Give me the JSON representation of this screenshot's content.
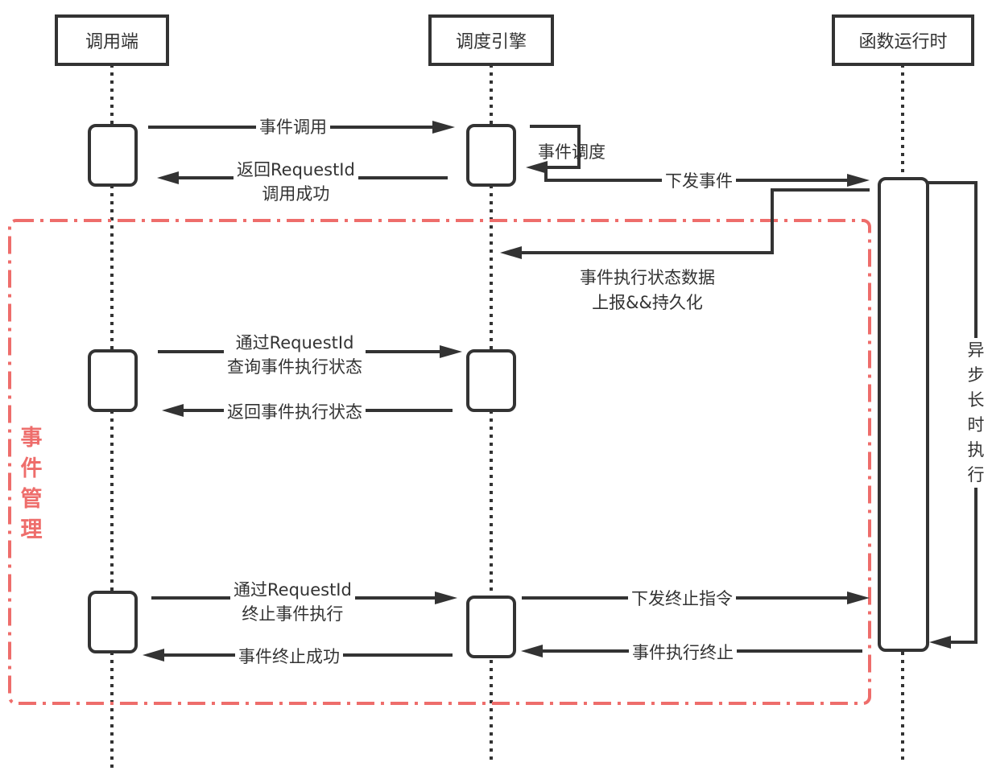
{
  "actors": [
    {
      "id": "caller",
      "label": "调用端"
    },
    {
      "id": "engine",
      "label": "调度引擎"
    },
    {
      "id": "runtime",
      "label": "函数运行时"
    }
  ],
  "group": {
    "label_chars": [
      "事",
      "件",
      "管",
      "理"
    ],
    "color": "#ee6d6b"
  },
  "messages": {
    "invoke": {
      "lines": [
        "事件调用"
      ]
    },
    "return_id": {
      "lines": [
        "返回RequestId",
        "调用成功"
      ]
    },
    "schedule": {
      "lines": [
        "事件调度"
      ]
    },
    "dispatch": {
      "lines": [
        "下发事件"
      ]
    },
    "report": {
      "lines": [
        "事件执行状态数据",
        "上报&&持久化"
      ]
    },
    "query": {
      "lines": [
        "通过RequestId",
        "查询事件执行状态"
      ]
    },
    "query_return": {
      "lines": [
        "返回事件执行状态"
      ]
    },
    "terminate": {
      "lines": [
        "通过RequestId",
        "终止事件执行"
      ]
    },
    "terminate_success": {
      "lines": [
        "事件终止成功"
      ]
    },
    "terminate_cmd": {
      "lines": [
        "下发终止指令"
      ]
    },
    "exec_terminated": {
      "lines": [
        "事件执行终止"
      ]
    },
    "async_exec": {
      "chars": [
        "异",
        "步",
        "长",
        "时",
        "执",
        "行"
      ]
    }
  },
  "colors": {
    "stroke": "#333333",
    "group": "#ee6d6b",
    "background": "#ffffff"
  }
}
